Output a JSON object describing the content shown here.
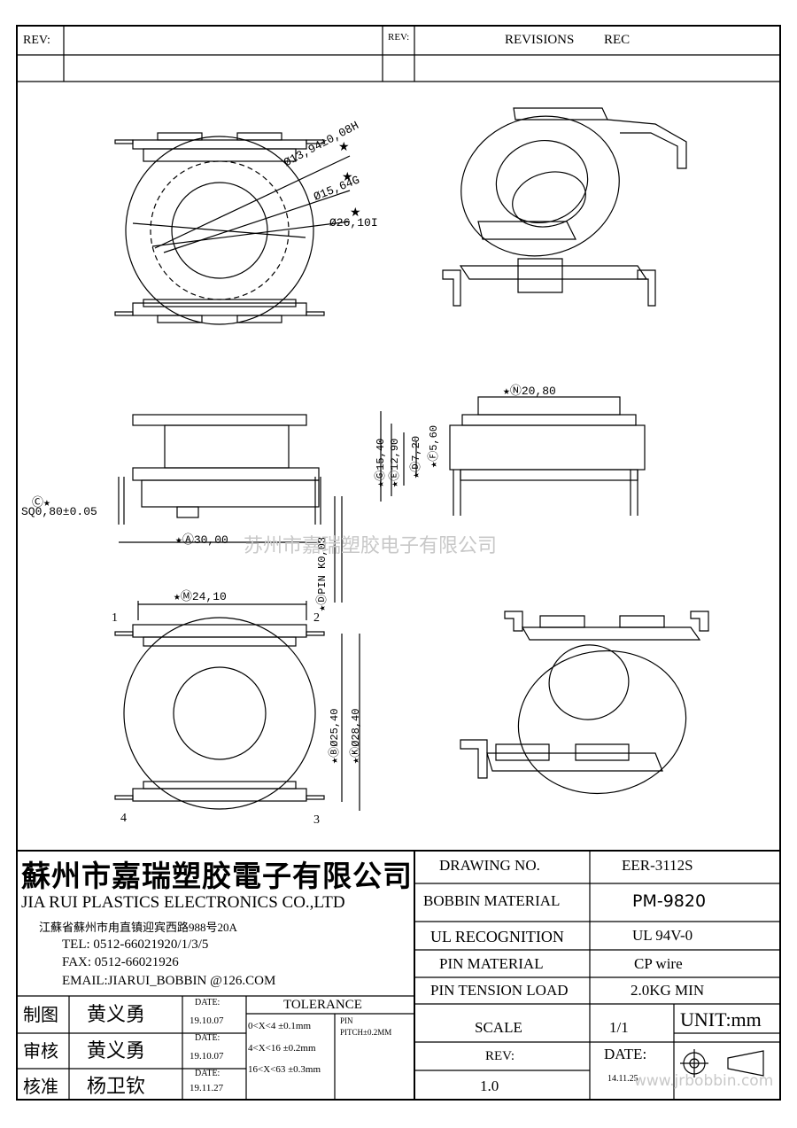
{
  "header": {
    "rev_left": "REV:",
    "rev_mid": "REV:",
    "revisions": "REVISIONS",
    "rec": "REC"
  },
  "dims": {
    "d1": "Ø13,94±0,08",
    "d1_ref": "H",
    "d2": "Ø15,64",
    "d2_ref": "G",
    "d3": "Ø26,10",
    "d3_ref": "I",
    "n_width": "Ⓝ20,80",
    "h1": "Ⓖ15,40",
    "h2": "Ⓔ12,90",
    "h3": "Ⓓ7,20",
    "h4": "Ⓕ5,60",
    "sq_ref": "Ⓒ",
    "sq": "SQ0,80±0.05",
    "a_width": "Ⓐ30,00",
    "pin": "ⒹPIN K0,03",
    "m_width": "Ⓜ24,10",
    "b_height": "ⒷØ25,40",
    "k_height": "ⓀØ28,40",
    "pin1": "1",
    "pin2": "2",
    "pin3": "3",
    "pin4": "4"
  },
  "watermark": "苏州市嘉瑞塑胶电子有限公司",
  "company": {
    "name_cn": "蘇州市嘉瑞塑胶電子有限公司",
    "name_en": "JIA RUI PLASTICS ELECTRONICS CO.,LTD",
    "address": "江蘇省蘇州市甪直镇迎宾西路988号20A",
    "tel": "TEL: 0512-66021920/1/3/5",
    "fax": "FAX: 0512-66021926",
    "email": "EMAIL:JIARUI_BOBBIN @126.COM"
  },
  "spec": {
    "drawing_no_label": "DRAWING  NO.",
    "drawing_no": "EER-3112S",
    "material_label": "BOBBIN  MATERIAL",
    "material": "PM-9820",
    "ul_label": "UL RECOGNITION",
    "ul": "UL 94V-0",
    "pin_material_label": "PIN MATERIAL",
    "pin_material": "CP wire",
    "tension_label": "PIN TENSION LOAD",
    "tension": "2.0KG MIN",
    "scale_label": "SCALE",
    "scale": "1/1",
    "unit": "UNIT:mm",
    "rev_label": "REV:",
    "rev": "1.0",
    "date_label": "DATE:",
    "date": "14.11.25"
  },
  "approvals": [
    {
      "role": "制图",
      "name": "黄义勇",
      "date_label": "DATE:",
      "date": "19.10.07"
    },
    {
      "role": "审核",
      "name": "黄义勇",
      "date_label": "DATE:",
      "date": "19.10.07"
    },
    {
      "role": "核准",
      "name": "杨卫钦",
      "date_label": "DATE:",
      "date": "19.11.27"
    }
  ],
  "tolerance": {
    "title": "TOLERANCE",
    "row1": "0<X<4  ±0.1mm",
    "row2": "4<X<16 ±0.2mm",
    "row3": "16<X<63 ±0.3mm",
    "pin_label": "PIN",
    "pin_pitch": "PITCH±0.2MM"
  },
  "website": "www.jrbobbin.com"
}
